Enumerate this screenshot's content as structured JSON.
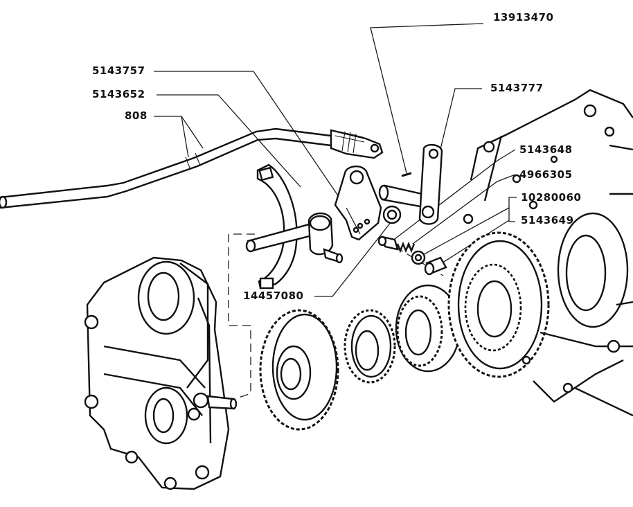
{
  "part_numbers": {
    "p13913470": "13913470",
    "p5143757": "5143757",
    "p5143652": "5143652",
    "p808": "808",
    "p5143777": "5143777",
    "p5143648": "5143648",
    "p4966305": "4966305",
    "p10280060": "10280060",
    "p5143649": "5143649",
    "p14457080": "14457080"
  },
  "colors": {
    "ink": "#111111",
    "paper": "#ffffff"
  }
}
